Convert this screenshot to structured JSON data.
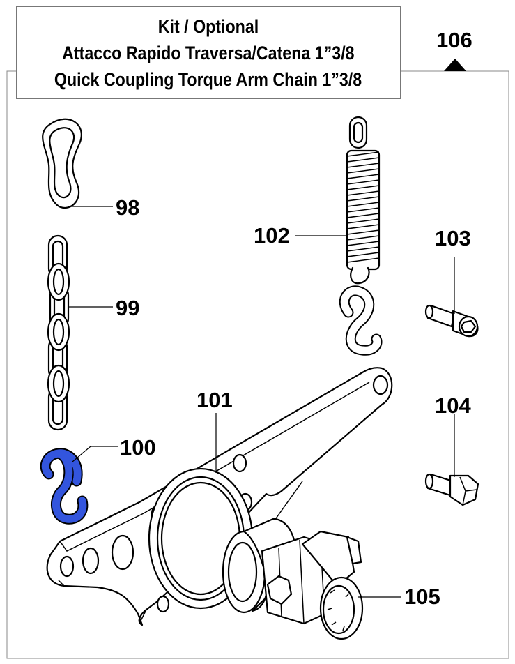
{
  "title": {
    "line1": "Kit / Optional",
    "line2": "Attacco Rapido Traversa/Catena 1”3/8",
    "line3": "Quick Coupling Torque Arm Chain 1”3/8"
  },
  "kit_reference": "106",
  "highlight_color": "#3355dd",
  "parts": [
    {
      "id": "98",
      "label": "98",
      "icon": "shackle-link-icon"
    },
    {
      "id": "99",
      "label": "99",
      "icon": "chain-icon"
    },
    {
      "id": "100",
      "label": "100",
      "icon": "s-hook-icon",
      "highlighted": true
    },
    {
      "id": "101",
      "label": "101",
      "icon": "torque-arm-plate-icon"
    },
    {
      "id": "102",
      "label": "102",
      "icon": "tension-spring-icon"
    },
    {
      "id": "103",
      "label": "103",
      "icon": "socket-head-screw-icon"
    },
    {
      "id": "104",
      "label": "104",
      "icon": "hex-bolt-icon"
    },
    {
      "id": "105",
      "label": "105",
      "icon": "splined-coupling-icon"
    }
  ]
}
